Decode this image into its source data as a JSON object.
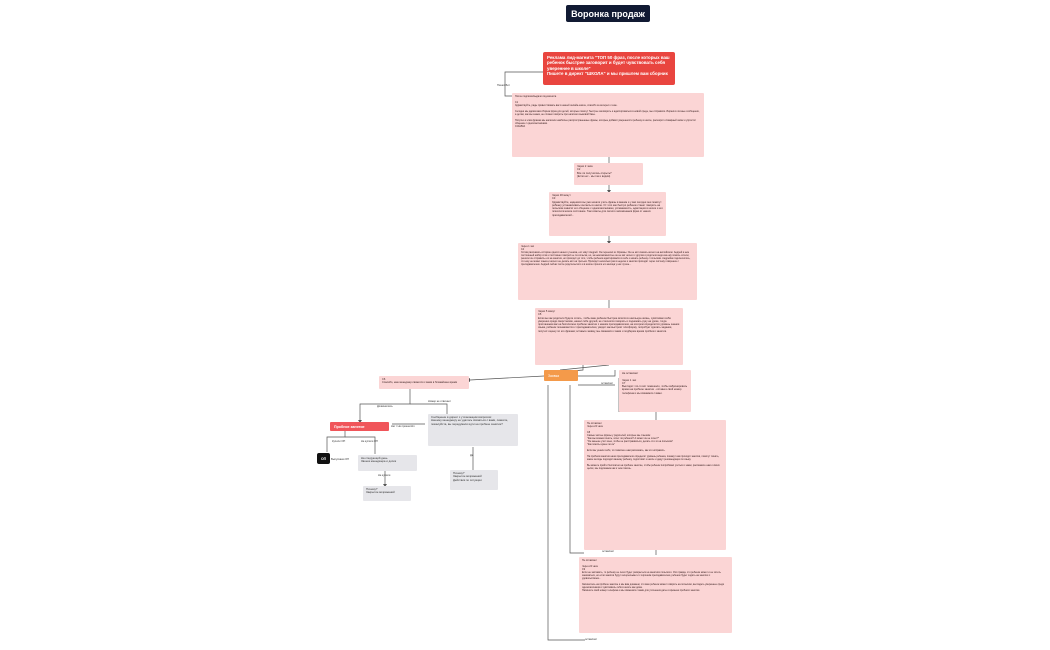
{
  "title": "Воронка продаж",
  "colors": {
    "title_bg": "#111a33",
    "red": "#e9453f",
    "pink": "#fbd5d5",
    "orange": "#f49a4a",
    "grey": "#e6e6ea",
    "line": "#555555"
  },
  "nodes": {
    "start": "Реклама лид-магнита \"ТОП 50 фраз, после которых ваш ребенок быстрее заговорит и будет чувствовать себя увереннее в школе\"\nПишете в директ \"ШКОЛА\" и мы пришлем вам сборник",
    "n1": "После подписки/выдачи лид-магнита\n\nС1\nЗдравствуйте, рады приветствовать вас в нашей онлайн-школе, спасибо за интерес к теме.\n\nСегодня мы дарим вам сборник фраз для детей, которые помогут быстрее заговорить и адаптироваться в новой среде, мы отправили сборник в личные сообщения, а детям, как мы знаем, не сложно говорить при наличии языковой базы.\n\nПопутно к этим фразам мы написали наиболее распространенные фразы, которые добавят уверенности ребенку в школе, расширят словарный запас и упростят общение с одноклассниками.\nССЫЛКА",
    "n2": "Через 2 часа\nС2\nВсе ли получилось открыть?\n(Если нет - мы так и видим)",
    "n3": "Через 30 минут\nС3\nЗдравствуйте, надеемся вы уже начали учить фразы в вашем и у вас сегодня они помогут ребенку устанавливать контакты в школе. От того как быстро ребенок станет говорить на польском зависит его общение с одноклассниками, успеваемость, адаптация в школе и его психологическое состояние. Там советы для легкого запоминания фраз от наших преподавателей...",
    "n4": "Через 1 час\nС4\nХотим рассказать историю одного нашего ученика, его зовут Андрей. Он переехал из Украины. Он не мог сказать ничего на английском. Андрей в нем постоянный набор слов и постоянно говорил не по-польски, но, за невозможностью он не мог ничего с другом и родители ведя как ему помочь хотели, решили он отправить его на занятия, но приходит до того, чтобы ребенок адаптировался в себе и начать ребенку с польским. Андрейка подключилось, что ему не может языка и ничего не делать мог на третьем. Приходит несколько раз в неделю и занятия проходят через систему говорение с преподавателем. Андрей сейчас после родительского и в школе прошли его месяца у нас лучше...",
    "n5": "Через 5 минут\nС5\nЕсли вы как родители будете хотеть, чтобы ваш ребенок быстрее влился в школьную жизнь, чувствовал себя уверенно среди сверстников, нашел себе друзей, не стеснялся говорить и поднимать руку на уроке, тогда приглашаем вас на бесплатное пробное занятие с нашим преподавателем, на котором определится уровень знания языка, ребенок познакомится с преподавателем, увидит как выстроят платформу, попробует сделать задания, получит оценку по его фразам; оставьте заявку, мы свяжемся с вами и подберем время пробного занятия.",
    "zayavka": "Заявка",
    "ns1": "Не оставляет\n\nЧерез 1 час\nС7\nВыглядит что-то вот помешало, чтобы забронировать время на пробное занятие - оставьте свой номер телефона и мы свяжемся с вами.",
    "ns2": "Не оставляет\nЧерез 24 часа\n\nС8\nСамые частые фразы у родителей, которые мы слышим:\n\"Как мы можем понять, хочет ли ребенок? А может он не хочет?\"\n\"Он меньше учит язык, чтобы не расстраиваться, делать что-то на польском\"\n\"Как понять нужен ли он\"\n\nЕсли вы узнали себя, то позвольте нам рассказать, как это исправить.\n\nНа пробном занятии наши преподаватели определят уровень ребенка, покажут как проходят занятия, помогут понять, какие методы подходят вашему ребенку, подготовят к школе и дадут рекомендации по языку.\n\nВы можете прийти бесплатно на пробное занятие, чтобы ребенок попробовал учиться с нами, расскажите нам о своих целях, мы подскажем как и чем помочь.",
    "ns3": "Не оставляет\n\nЧерез 24 часа\nС9\nЕсли не заставить, то ребенку не легко будет раскрыться на занятиях польского. Это правда, что ребенок может и не хотеть заниматься, но если занятия будут интересными и с хорошим преподавателем, ребенок будет ходить на занятия с удовольствием...\n\nЗапишитесь на пробное занятие и мы вам докажем, что ваш ребенок может говорить на польском, выглядеть увереннее среди одноклассников и чувствовать себя в школе как дома.\nНапишите свой номер телефона и мы свяжемся с вами для уточнения даты и времени пробного занятия.",
    "c6": "С6\nСпасибо, наш менеджер свяжется с вами в ближайшее время",
    "probnoe": "Пробное занятие",
    "grey1": "Сообщение в директ с уточняющим вопросом:\nНашему менеджеру не удалось связаться с вами, скажите, пожалуйста, вы передумали идти на пробное занятие?",
    "grey2": "На следующий день\nЗвонок менеджера и допик",
    "grey3": "Почему?\nЗакрытие возражений",
    "grey4": "Почему?\nЗакрытие возражений\nДействия по ситуации",
    "op": "ОП"
  },
  "edge_labels": {
    "napisal": "Пишет Бот",
    "dozvonilis": "Дозвонились",
    "ne_otvechaet": "Номер не отвечает",
    "kupil_op": "Купили ОП",
    "ne_kupil_op": "Не купили ОП",
    "vypuskaem_op": "Выпускаем ОП",
    "ne_kupil": "Не купили",
    "da": "Да",
    "ostavlyaet1": "оставляет",
    "ostavlyaet2": "оставляет",
    "ostavlyaet3": "оставляет",
    "net_ne_prishel": "Нет / Не пришел/ёл"
  }
}
